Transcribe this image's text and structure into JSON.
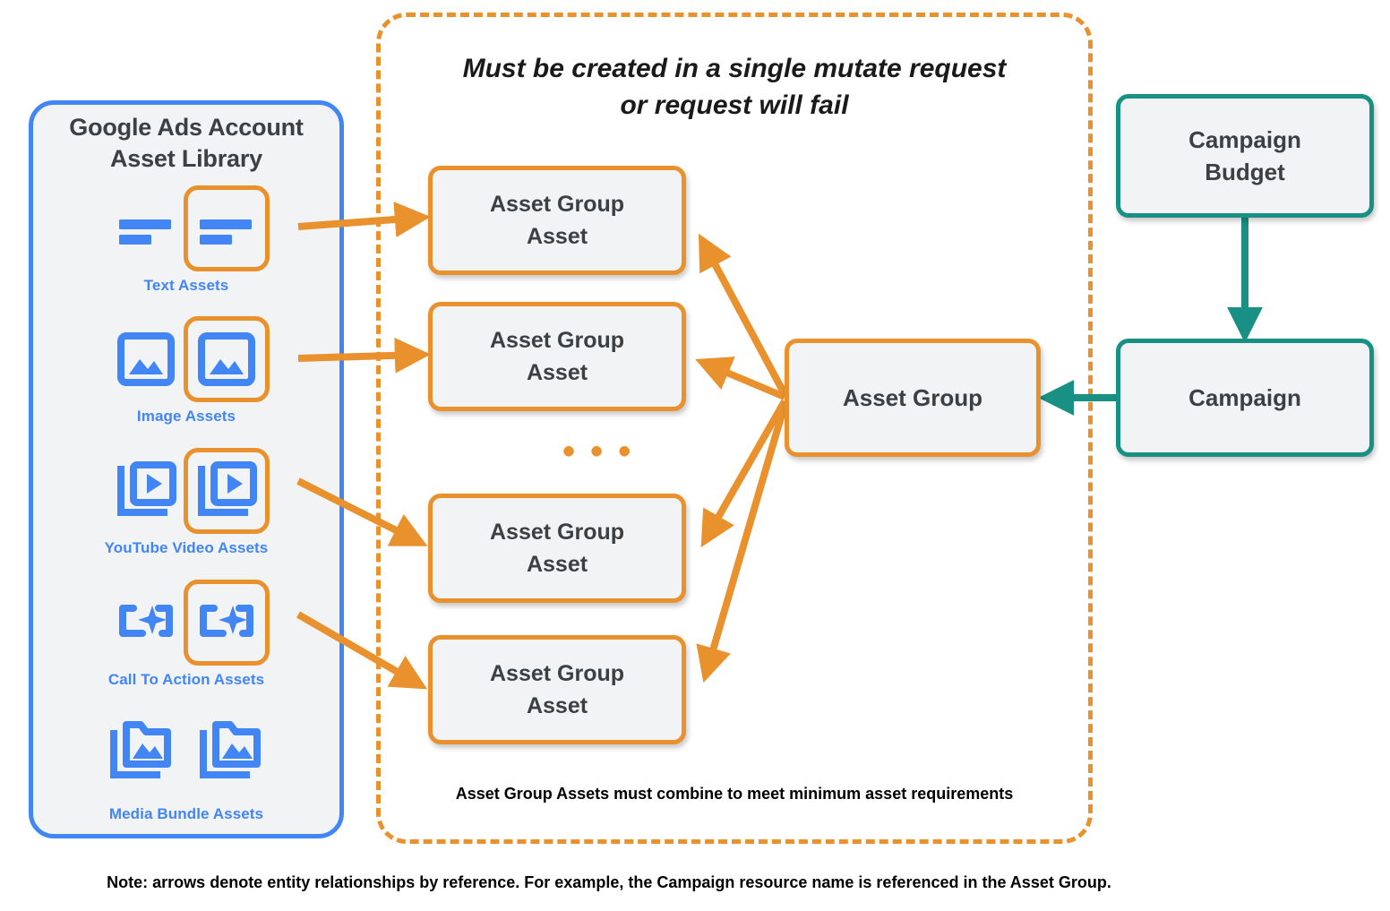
{
  "sidebar": {
    "title": "Google Ads Account\nAsset Library",
    "title_line1": "Google Ads Account",
    "title_line2": "Asset Library",
    "border_color": "#4285f4",
    "fill_color": "#f1f3f4",
    "items": [
      {
        "label": "Text Assets",
        "icon": "text-asset-icon",
        "highlighted": true
      },
      {
        "label": "Image Assets",
        "icon": "image-asset-icon",
        "highlighted": true
      },
      {
        "label": "YouTube Video  Assets",
        "icon": "youtube-video-asset-icon",
        "highlighted": true
      },
      {
        "label": "Call To Action Assets",
        "icon": "call-to-action-asset-icon",
        "highlighted": true
      },
      {
        "label": "Media Bundle  Assets",
        "icon": "media-bundle-asset-icon",
        "highlighted": false
      }
    ]
  },
  "mutate_panel": {
    "heading_line1": "Must be created in a single mutate request",
    "heading_line2": "or request will fail",
    "footnote": "Asset Group Assets must combine to meet minimum asset requirements",
    "border_color": "#e8912d",
    "border_style": "dashed",
    "asset_group_assets": [
      {
        "label": "Asset Group\nAsset",
        "line1": "Asset Group",
        "line2": "Asset"
      },
      {
        "label": "Asset Group\nAsset",
        "line1": "Asset Group",
        "line2": "Asset"
      },
      {
        "label": "Asset Group\nAsset",
        "line1": "Asset Group",
        "line2": "Asset"
      },
      {
        "label": "Asset Group\nAsset",
        "line1": "Asset Group",
        "line2": "Asset"
      }
    ],
    "ellipsis": "• • •"
  },
  "nodes": {
    "asset_group": {
      "label": "Asset Group",
      "color": "#e8912d"
    },
    "campaign_budget": {
      "label": "Campaign\nBudget",
      "line1": "Campaign",
      "line2": "Budget",
      "color": "#189184"
    },
    "campaign": {
      "label": "Campaign",
      "color": "#189184"
    }
  },
  "footer": {
    "note": "Note: arrows denote entity relationships by reference. For example, the Campaign resource name is referenced in the Asset Group."
  },
  "colors": {
    "orange": "#e8912d",
    "teal": "#189184",
    "blue": "#4285f4",
    "box_fill": "#f1f3f4",
    "text_dark": "#3c4043"
  }
}
